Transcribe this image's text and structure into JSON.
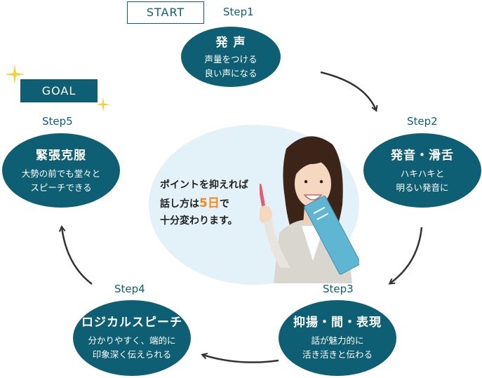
{
  "colors": {
    "primary": "#0e5f73",
    "center_bg": "#e3f1f8",
    "highlight": "#f08a1e",
    "sparkle": "#f4d23a"
  },
  "start_label": "START",
  "goal_label": "GOAL",
  "steps": [
    {
      "step": "Step1",
      "title": "発 声",
      "desc_line1": "声量をつける",
      "desc_line2": "良い声になる"
    },
    {
      "step": "Step2",
      "title": "発音・滑舌",
      "desc_line1": "ハキハキと",
      "desc_line2": "明るい発音に"
    },
    {
      "step": "Step3",
      "title": "抑揚・間・表現",
      "desc_line1": "話が魅力的に",
      "desc_line2": "活き活きと伝わる"
    },
    {
      "step": "Step4",
      "title": "ロジカルスピーチ",
      "desc_line1": "分かりやすく、端的に",
      "desc_line2": "印象深く伝えられる"
    },
    {
      "step": "Step5",
      "title": "緊張克服",
      "desc_line1": "大勢の前でも堂々と",
      "desc_line2": "スピーチできる"
    }
  ],
  "center": {
    "line1": "ポイントを抑えれば",
    "line2_pre": "話し方は",
    "line2_highlight": "5日",
    "line2_post": "で",
    "line3": "十分変わります。"
  },
  "icons": {
    "sparkle": "sparkle-icon",
    "arrow": "curved-arrow-icon",
    "photo": "woman-photo"
  }
}
